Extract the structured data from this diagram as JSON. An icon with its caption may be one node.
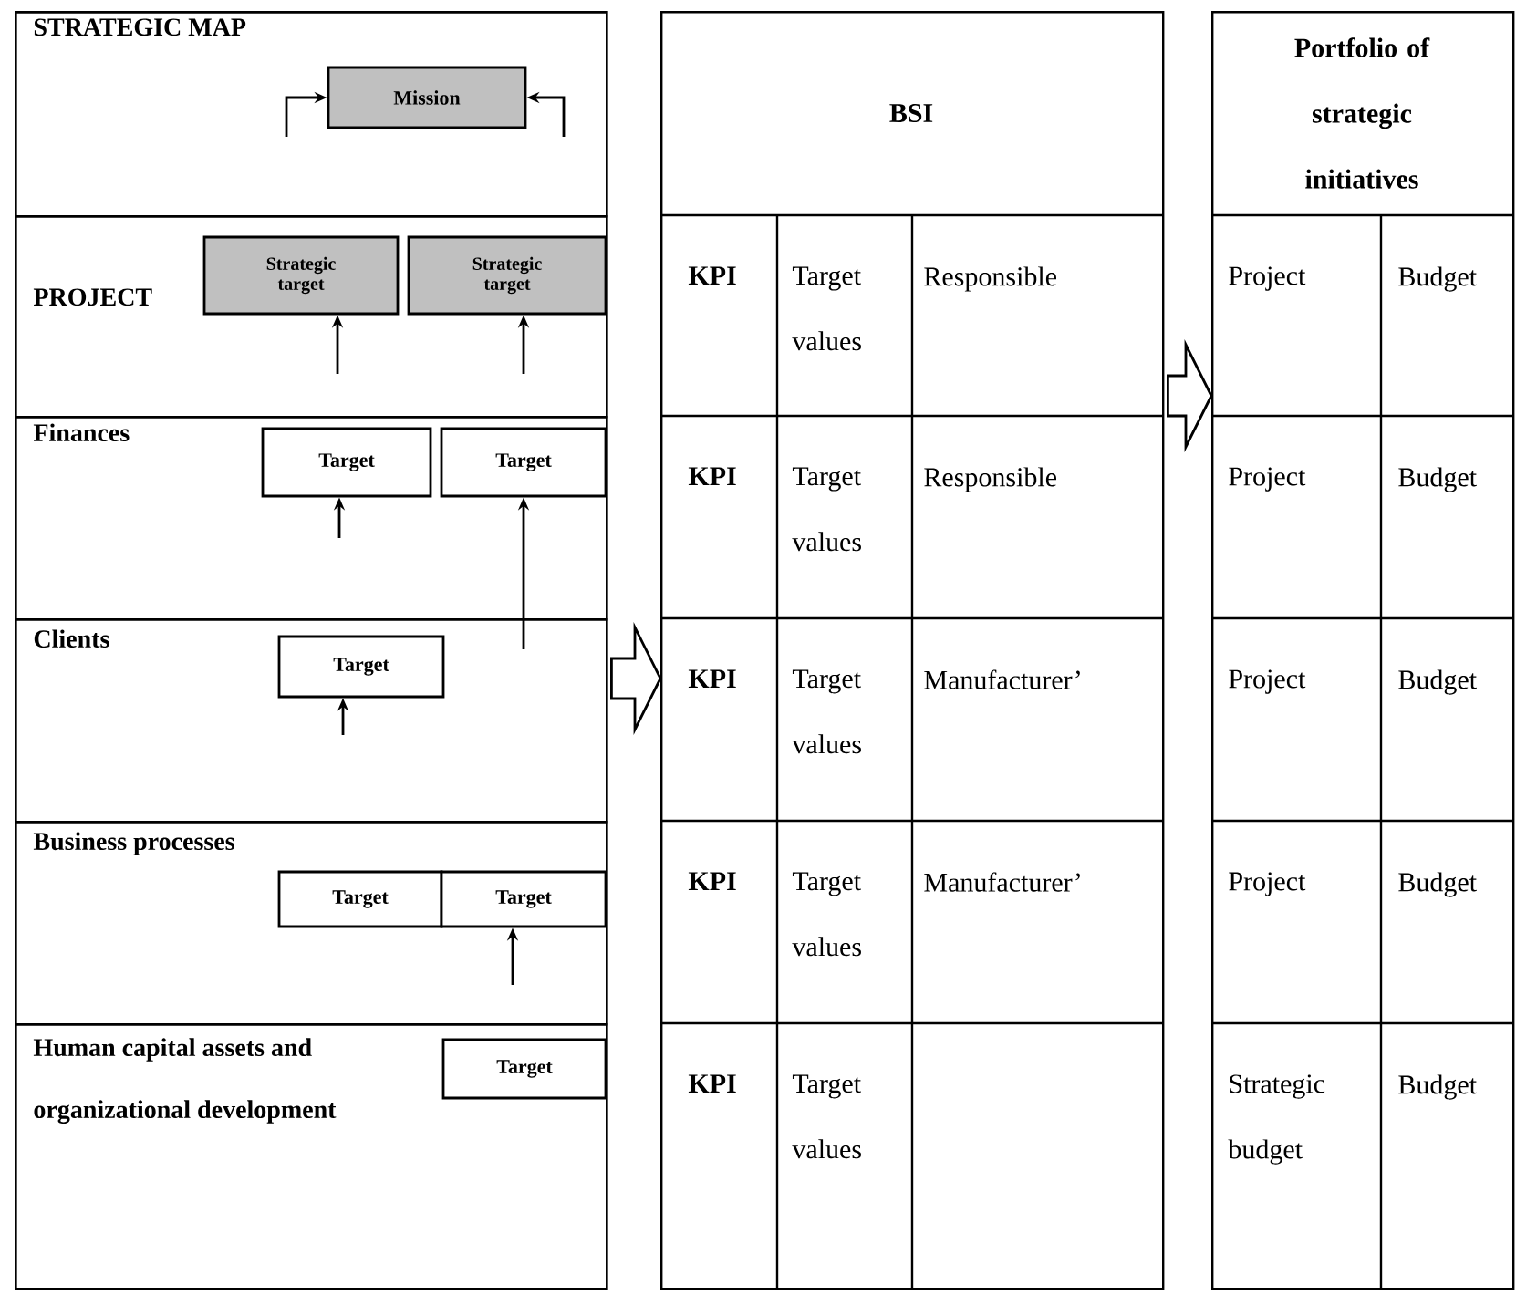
{
  "diagram": {
    "nodes": [
      {
        "text": [],
        "shape": "box"
      },
      {
        "text": [
          "STRATEGIC MAP"
        ],
        "in": 0
      },
      {
        "text": [
          "Mission"
        ],
        "in": 1
      },
      {
        "text": [
          "PROJECT"
        ],
        "in": 0
      },
      {
        "text": [
          "Strategic target"
        ],
        "in": 3
      },
      {
        "text": [
          "Strategic target"
        ],
        "in": 3
      },
      {
        "text": [
          "Finances"
        ],
        "in": 0
      },
      {
        "text": [
          "Target"
        ],
        "in": 6
      },
      {
        "text": [
          "Target"
        ],
        "in": 6
      },
      {
        "text": [
          "Clients"
        ],
        "in": 0
      },
      {
        "text": [
          "Target"
        ],
        "in": 9
      },
      {
        "text": [
          "Business processes"
        ],
        "in": 0
      },
      {
        "text": [
          "Target"
        ],
        "in": 11
      },
      {
        "text": [
          "Target"
        ],
        "in": 11
      },
      {
        "text": [
          "Human capital assets and organizational development"
        ],
        "in": 0
      },
      {
        "text": [
          "Target"
        ],
        "in": 14
      },
      {
        "text": [
          "BSI"
        ]
      },
      {
        "text": [
          "Portfolio of strategic initiatives"
        ]
      }
    ],
    "edges": [
      {
        "from": null,
        "to": 2,
        "arrow": "to"
      },
      {
        "from": null,
        "to": 2,
        "arrow": "to"
      },
      {
        "from": null,
        "to": 4,
        "arrow": "to"
      },
      {
        "from": null,
        "to": 5,
        "arrow": "to"
      },
      {
        "from": null,
        "to": 7,
        "arrow": "to"
      },
      {
        "from": null,
        "to": 8,
        "arrow": "to"
      },
      {
        "from": null,
        "to": 10,
        "arrow": "to"
      },
      {
        "from": null,
        "to": 13,
        "arrow": "to"
      },
      {
        "from": 0,
        "to": 16,
        "arrow": "to",
        "style": "thick"
      },
      {
        "from": 16,
        "to": 17,
        "arrow": "to",
        "style": "thick"
      }
    ],
    "labels": [
      "KPI",
      "Target values",
      "Responsible",
      "Project",
      "Budget",
      "KPI",
      "Target values",
      "Responsible",
      "Project",
      "Budget",
      "KPI",
      "Target values",
      "Manufacturer’",
      "Project",
      "Budget",
      "KPI",
      "Target values",
      "Manufacturer’",
      "Project",
      "Budget",
      "KPI",
      "Target values",
      "Strategic budget",
      "Budget"
    ]
  }
}
